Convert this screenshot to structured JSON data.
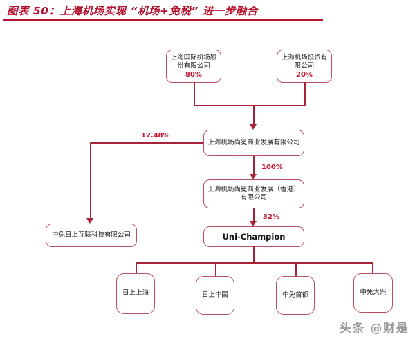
{
  "title": {
    "text": "图表 50：上海机场实现 “机场+免税” 进一步融合"
  },
  "flowchart": {
    "parents": [
      {
        "name": "上海国际机场股份有限公司",
        "stake": "80%"
      },
      {
        "name": "上海机场投资有限公司",
        "stake": "20%"
      }
    ],
    "jv": {
      "name": "上海机场尚冕商业发展有限公司"
    },
    "jv_hk": {
      "name": "上海机场尚冕商业发展（香港）有限公司",
      "stake_from_jv": "100%"
    },
    "uni_champion": {
      "name": "Uni-Champion",
      "stake": "32%"
    },
    "tech": {
      "name": "中免日上互联科技有限公司",
      "stake": "12.48%"
    },
    "subsidiaries": [
      {
        "name": "日上上海"
      },
      {
        "name": "日上中国"
      },
      {
        "name": "中免首都"
      },
      {
        "name": "中免大兴"
      }
    ]
  },
  "watermark": {
    "text": "头条 @财是"
  },
  "colors": {
    "title": "#b5122f",
    "border": "#b8505f",
    "line": "#a82338",
    "pct": "#c41331",
    "text": "#1f1f1f",
    "wm": "#9b9b9b"
  }
}
